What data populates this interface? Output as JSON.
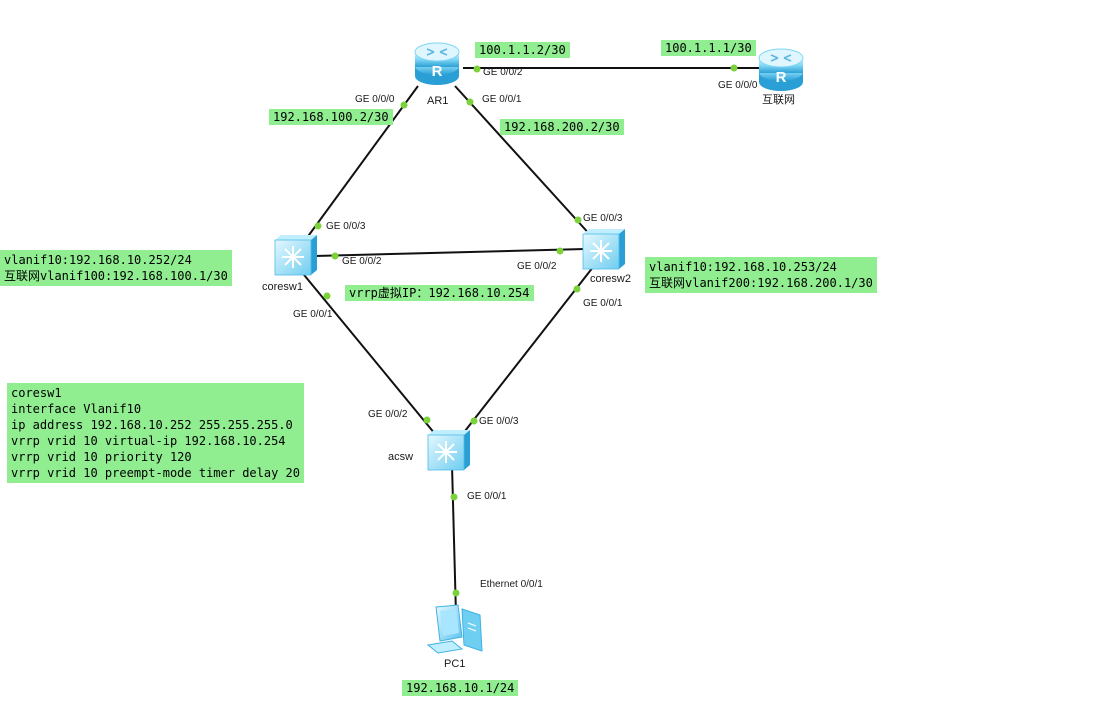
{
  "devices": {
    "ar1": "AR1",
    "internet": "互联网",
    "coresw1": "coresw1",
    "coresw2": "coresw2",
    "acsw": "acsw",
    "pc1": "PC1"
  },
  "ports": {
    "ar1_ge002": "GE 0/0/2",
    "ar1_ge000": "GE 0/0/0",
    "ar1_ge001": "GE 0/0/1",
    "internet_ge000": "GE 0/0/0",
    "coresw1_ge003": "GE 0/0/3",
    "coresw1_ge002": "GE 0/0/2",
    "coresw1_ge001": "GE 0/0/1",
    "coresw2_ge003": "GE 0/0/3",
    "coresw2_ge002": "GE 0/0/2",
    "coresw2_ge001": "GE 0/0/1",
    "acsw_ge002": "GE 0/0/2",
    "acsw_ge003": "GE 0/0/3",
    "acsw_ge001": "GE 0/0/1",
    "pc1_eth": "Ethernet 0/0/1"
  },
  "notes": {
    "ar1_ge002_ip": "100.1.1.2/30",
    "internet_ip": "100.1.1.1/30",
    "ar1_ge000_ip": "192.168.100.2/30",
    "ar1_ge001_ip": "192.168.200.2/30",
    "coresw1_info": [
      "vlanif10:192.168.10.252/24",
      "互联网vlanif100:192.168.100.1/30"
    ],
    "coresw2_info": [
      "vlanif10:192.168.10.253/24",
      "互联网vlanif200:192.168.200.1/30"
    ],
    "vrrp_vip": "vrrp虚拟IP：192.168.10.254",
    "config": [
      "coresw1",
      "interface Vlanif10",
      "ip address 192.168.10.252 255.255.255.0",
      "vrrp vrid 10 virtual-ip 192.168.10.254",
      "vrrp vrid 10 priority 120",
      "vrrp vrid 10 preempt-mode timer delay 20"
    ],
    "pc1_ip": "192.168.10.1/24"
  },
  "colors": {
    "note_bg": "#90ee90",
    "link": "#111111",
    "port_dot": "#7bd23a",
    "device_light": "#bfeeff",
    "device_mid": "#6fcff2",
    "device_dark": "#2a9fd6"
  },
  "icons": {
    "ar1": "router-icon",
    "internet": "router-icon",
    "coresw1": "switch-icon",
    "coresw2": "switch-icon",
    "acsw": "switch-icon",
    "pc1": "pc-icon"
  }
}
